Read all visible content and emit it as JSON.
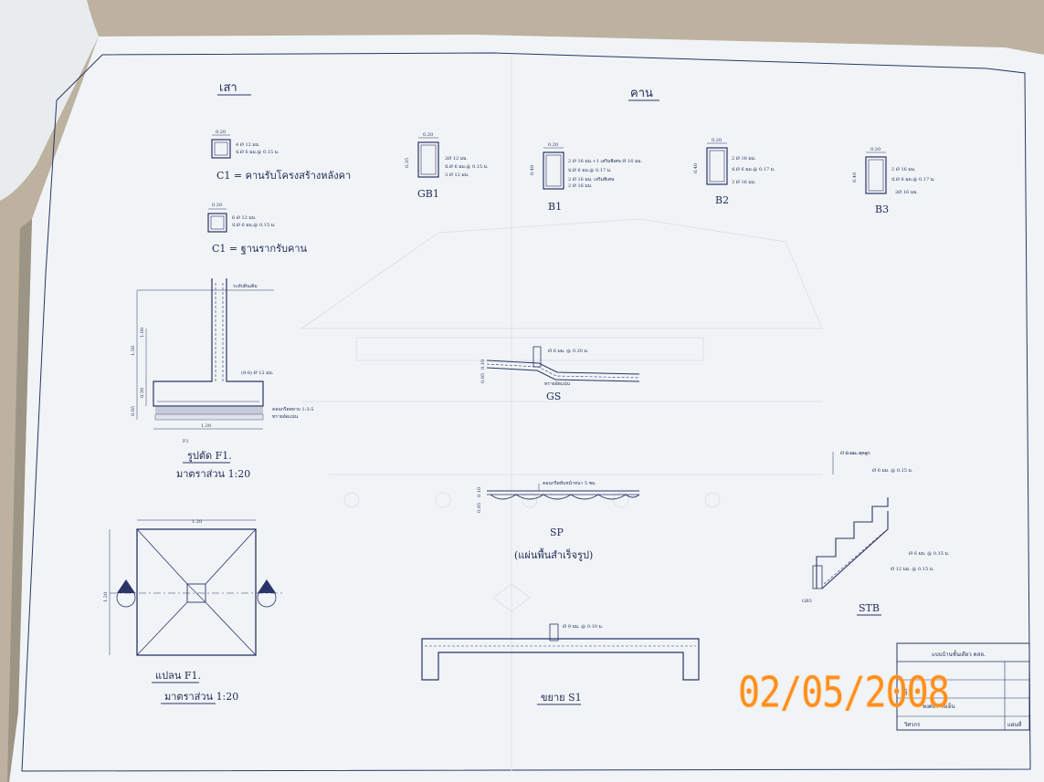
{
  "headings": {
    "column": "เสา",
    "beam": "คาน"
  },
  "columns": {
    "c1_top": {
      "width": "0.20",
      "spec1": "4 Ø 12 มม.",
      "spec2": "ป.Ø 6 มม.@ 0.15 ม.",
      "caption": "C1 = คานรับโครงสร้างหลังคา"
    },
    "c1_bottom": {
      "width": "0.20",
      "spec1": "6 Ø 12 มม.",
      "spec2": "ป.Ø 6 มม.@ 0.15 ม.",
      "caption": "C1 = ฐานรากรับคาน"
    }
  },
  "beams": {
    "gb1": {
      "name": "GB1",
      "width": "0.20",
      "height": "0.35",
      "spec1": "2Ø 12 มม.",
      "spec2": "ป.Ø 6 มม.@ 0.15 ม.",
      "spec3": "3 Ø 12 มม."
    },
    "b1": {
      "name": "B1",
      "width": "0.20",
      "height": "0.40",
      "spec1": "2 Ø 16 มม.+1 เสริมพิเศษ Ø 16 มม.",
      "spec2": "ป.Ø 6 มม.@ 0.17 ม.",
      "spec3": "2 Ø 16 มม. เสริมพิเศษ",
      "spec4": "2 Ø 16 มม."
    },
    "b2": {
      "name": "B2",
      "width": "0.20",
      "height": "0.40",
      "spec1": "2 Ø 16 มม.",
      "spec2": "ป.Ø 6 มม.@ 0.17 ม.",
      "spec3": "3 Ø 16 มม."
    },
    "b3": {
      "name": "B3",
      "width": "0.20",
      "height": "0.40",
      "spec1": "2 Ø 16 มม.",
      "spec2": "ป.Ø 6 มม.@ 0.17 ม.",
      "spec3": "2Ø 16 มม."
    }
  },
  "footing_section": {
    "ground": "ระดับดินเดิม",
    "rebar": "(8-8) Ø 12 มม.",
    "concrete": "คอนกรีตหยาบ 1:3:5",
    "sand": "ทรายอัดแน่น",
    "dim_h1": "1.50",
    "dim_h2": "1.00",
    "dim_h3": "0.30",
    "dim_h4": "0.05",
    "dim_w": "1.20",
    "name": "F1",
    "caption": "รูปตัด F1.",
    "scale": "มาตราส่วน 1:20"
  },
  "footing_plan": {
    "dim_top": "1.20",
    "dim_side": "1.20",
    "caption": "แปลน F1.",
    "scale": "มาตราส่วน 1:20"
  },
  "gs": {
    "spec": "Ø 6 มม. @ 0.20 ม.",
    "sand": "ทรายอัดแน่น",
    "dim1": "0.10",
    "dim2": "0.05",
    "name": "GS"
  },
  "sp": {
    "spec": "คอนกรีตทับหน้าหนา 5 ซม.",
    "dim1": "0.10",
    "dim2": "0.05",
    "name": "SP",
    "caption": "(แผ่นพื้นสำเร็จรูป)"
  },
  "stair": {
    "spec1": "Ø 6 มม. ทุกลูก",
    "spec2": "Ø 6 มม. @ 0.15 ม.",
    "spec3": "Ø 6 มม. @ 0.15 ม.",
    "spec4": "Ø 12 มม. @ 0.15 ม.",
    "gb": "GB3",
    "name": "STB"
  },
  "s1": {
    "spec": "Ø 9 มม. @ 0.10 ม.",
    "caption": "ขยาย S1"
  },
  "title_block": {
    "project": "แบบบ้านชั้นเดียว คสล.",
    "row1": "ผู้",
    "row2": "พงศธร ใจเย็น",
    "row3": "วิศวกร",
    "row4": "แผ่นที่"
  },
  "camera_date": "02/05/2008"
}
